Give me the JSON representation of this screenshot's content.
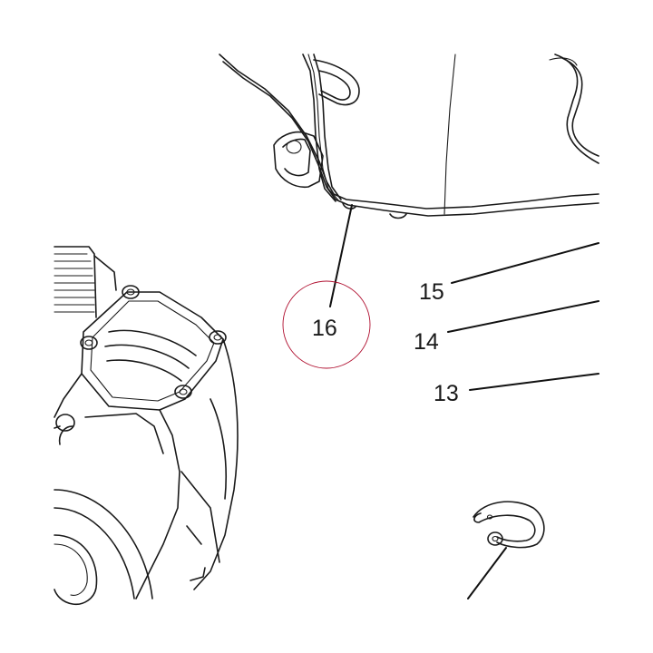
{
  "callouts": [
    {
      "id": "15",
      "label": "15"
    },
    {
      "id": "14",
      "label": "14"
    },
    {
      "id": "16",
      "label": "16"
    },
    {
      "id": "13",
      "label": "13"
    }
  ],
  "highlight_color": "#b01030",
  "line_color": "#1a1a1a"
}
